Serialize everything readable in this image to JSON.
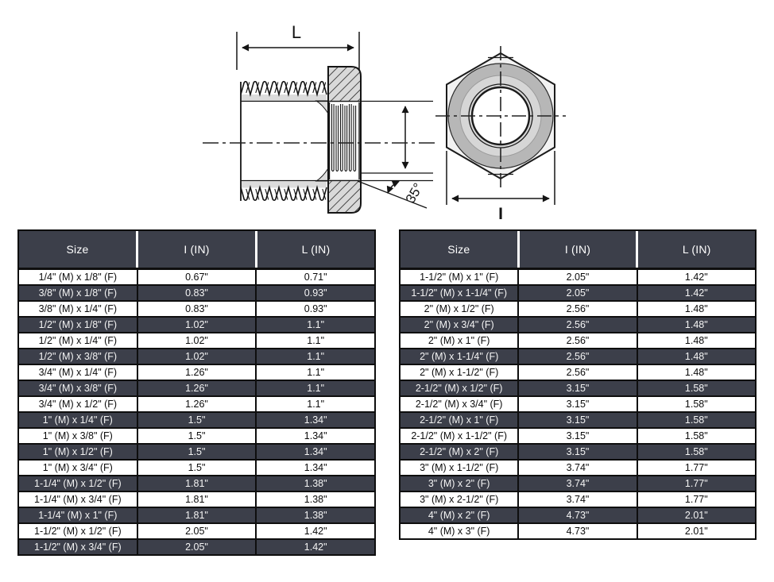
{
  "diagram": {
    "labels": {
      "length_dim": "L",
      "inner_dim": "I",
      "chamfer_angle": "35°"
    },
    "colors": {
      "dark_slate": "#3c3f4a",
      "flange_gray": "#d9d9d9",
      "hex_outer_gray": "#b7b7b7",
      "hex_mid_gray": "#d6d6d6",
      "outline": "#1b1b1b"
    }
  },
  "tables": {
    "left": {
      "columns": [
        "Size",
        "I (IN)",
        "L (IN)"
      ],
      "rows": [
        [
          "1/4\" (M) x 1/8\" (F)",
          "0.67\"",
          "0.71\""
        ],
        [
          "3/8\" (M) x 1/8\" (F)",
          "0.83\"",
          "0.93\""
        ],
        [
          "3/8\" (M) x 1/4\" (F)",
          "0.83\"",
          "0.93\""
        ],
        [
          "1/2\" (M) x 1/8\" (F)",
          "1.02\"",
          "1.1\""
        ],
        [
          "1/2\" (M) x 1/4\" (F)",
          "1.02\"",
          "1.1\""
        ],
        [
          "1/2\" (M) x 3/8\" (F)",
          "1.02\"",
          "1.1\""
        ],
        [
          "3/4\" (M) x 1/4\" (F)",
          "1.26\"",
          "1.1\""
        ],
        [
          "3/4\" (M) x 3/8\" (F)",
          "1.26\"",
          "1.1\""
        ],
        [
          "3/4\" (M) x 1/2\" (F)",
          "1.26\"",
          "1.1\""
        ],
        [
          "1\" (M) x 1/4\" (F)",
          "1.5\"",
          "1.34\""
        ],
        [
          "1\" (M) x 3/8\" (F)",
          "1.5\"",
          "1.34\""
        ],
        [
          "1\" (M) x 1/2\" (F)",
          "1.5\"",
          "1.34\""
        ],
        [
          "1\" (M) x 3/4\" (F)",
          "1.5\"",
          "1.34\""
        ],
        [
          "1-1/4\" (M) x 1/2\" (F)",
          "1.81\"",
          "1.38\""
        ],
        [
          "1-1/4\" (M) x 3/4\" (F)",
          "1.81\"",
          "1.38\""
        ],
        [
          "1-1/4\" (M) x 1\" (F)",
          "1.81\"",
          "1.38\""
        ],
        [
          "1-1/2\" (M) x 1/2\" (F)",
          "2.05\"",
          "1.42\""
        ],
        [
          "1-1/2\" (M) x 3/4\" (F)",
          "2.05\"",
          "1.42\""
        ]
      ]
    },
    "right": {
      "columns": [
        "Size",
        "I (IN)",
        "L (IN)"
      ],
      "rows": [
        [
          "1-1/2\" (M) x 1\" (F)",
          "2.05\"",
          "1.42\""
        ],
        [
          "1-1/2\" (M) x 1-1/4\" (F)",
          "2.05\"",
          "1.42\""
        ],
        [
          "2\" (M) x 1/2\" (F)",
          "2.56\"",
          "1.48\""
        ],
        [
          "2\" (M) x 3/4\" (F)",
          "2.56\"",
          "1.48\""
        ],
        [
          "2\" (M) x 1\" (F)",
          "2.56\"",
          "1.48\""
        ],
        [
          "2\" (M) x 1-1/4\" (F)",
          "2.56\"",
          "1.48\""
        ],
        [
          "2\" (M) x 1-1/2\" (F)",
          "2.56\"",
          "1.48\""
        ],
        [
          "2-1/2\" (M) x 1/2\" (F)",
          "3.15\"",
          "1.58\""
        ],
        [
          "2-1/2\" (M) x 3/4\" (F)",
          "3.15\"",
          "1.58\""
        ],
        [
          "2-1/2\" (M) x 1\" (F)",
          "3.15\"",
          "1.58\""
        ],
        [
          "2-1/2\" (M) x 1-1/2\" (F)",
          "3.15\"",
          "1.58\""
        ],
        [
          "2-1/2\" (M) x 2\" (F)",
          "3.15\"",
          "1.58\""
        ],
        [
          "3\" (M) x 1-1/2\" (F)",
          "3.74\"",
          "1.77\""
        ],
        [
          "3\" (M) x 2\" (F)",
          "3.74\"",
          "1.77\""
        ],
        [
          "3\" (M) x 2-1/2\" (F)",
          "3.74\"",
          "1.77\""
        ],
        [
          "4\" (M) x 2\" (F)",
          "4.73\"",
          "2.01\""
        ],
        [
          "4\" (M) x 3\" (F)",
          "4.73\"",
          "2.01\""
        ]
      ]
    }
  }
}
